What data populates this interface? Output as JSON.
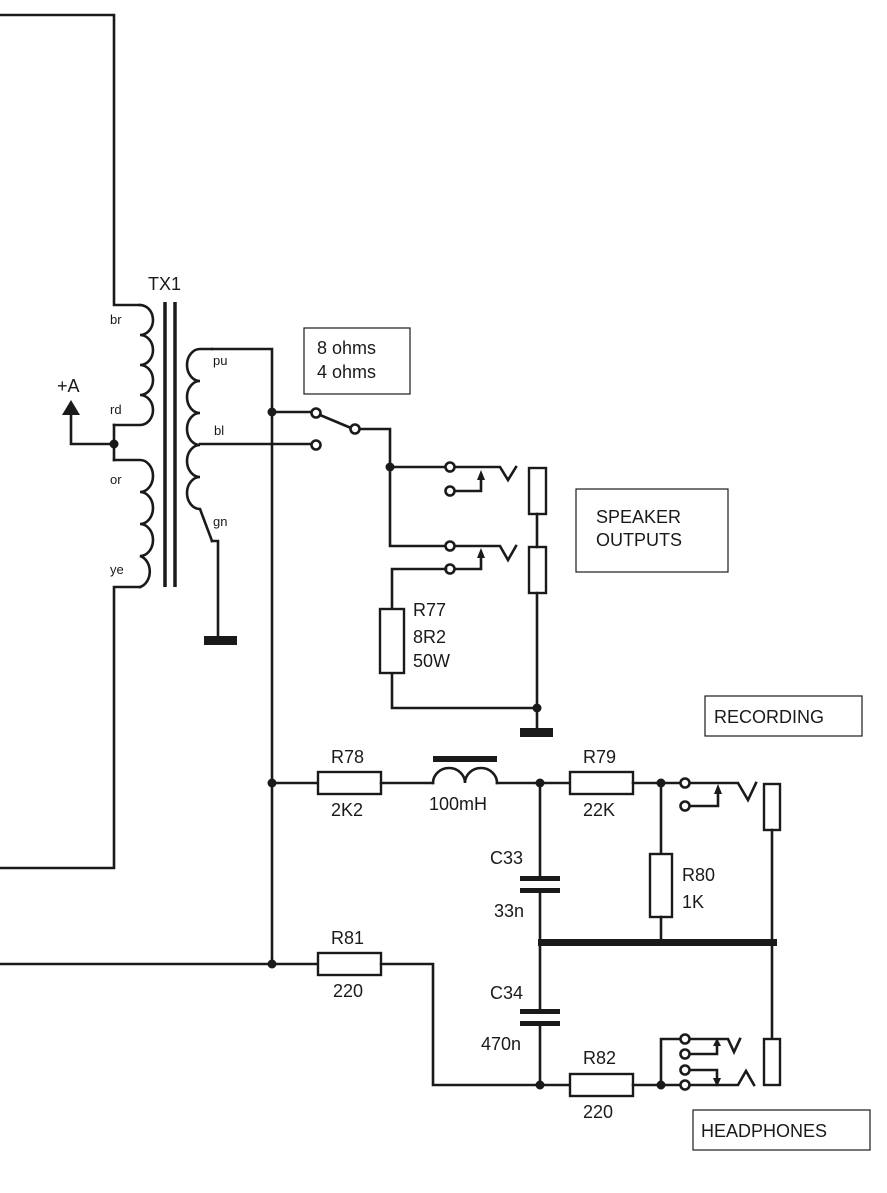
{
  "transformer": {
    "ref": "TX1",
    "primary_taps": [
      "br",
      "rd",
      "or",
      "ye"
    ],
    "secondary_taps": [
      "pu",
      "bl",
      "gn"
    ],
    "supply_label": "+A"
  },
  "impedance_switch": {
    "options": [
      "8 ohms",
      "4 ohms"
    ]
  },
  "speaker": {
    "title_lines": [
      "SPEAKER",
      "OUTPUTS"
    ],
    "dummy_load": {
      "ref": "R77",
      "value": "8R2",
      "rating": "50W"
    }
  },
  "recording": {
    "title": "RECORDING",
    "r78": {
      "ref": "R78",
      "value": "2K2"
    },
    "inductor": {
      "value": "100mH"
    },
    "r79": {
      "ref": "R79",
      "value": "22K"
    },
    "r80": {
      "ref": "R80",
      "value": "1K"
    },
    "c33": {
      "ref": "C33",
      "value": "33n"
    }
  },
  "headphones": {
    "title": "HEADPHONES",
    "r81": {
      "ref": "R81",
      "value": "220"
    },
    "r82": {
      "ref": "R82",
      "value": "220"
    },
    "c34": {
      "ref": "C34",
      "value": "470n"
    }
  },
  "colors": {
    "ink": "#1a1a1a",
    "paper": "#ffffff"
  }
}
